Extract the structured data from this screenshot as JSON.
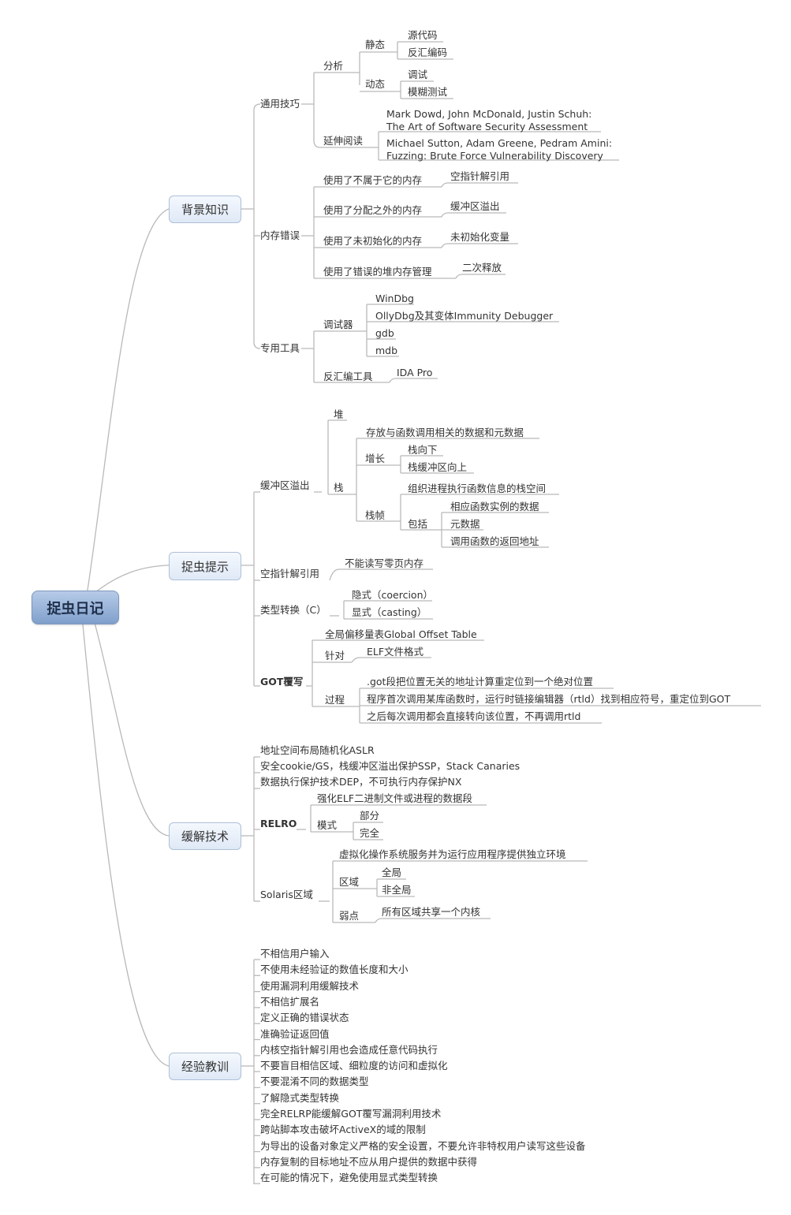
{
  "root": "捉虫日记",
  "branches": {
    "background": "背景知识",
    "tips": "捉虫提示",
    "mitigation": "缓解技术",
    "lessons": "经验教训"
  },
  "background": {
    "general": "通用技巧",
    "analysis": "分析",
    "static": "静态",
    "source": "源代码",
    "disasm": "反汇编码",
    "dynamic": "动态",
    "debug": "调试",
    "fuzz": "模糊测试",
    "reading": "延伸阅读",
    "book1_line1": "Mark Dowd, John McDonald, Justin Schuh:",
    "book1_line2": "The Art of Software Security Assessment",
    "book2_line1": "Michael Sutton, Adam Greene, Pedram Amini:",
    "book2_line2": "Fuzzing: Brute Force Vulnerability Discovery",
    "memory_errors": "内存错误",
    "mem1": "使用了不属于它的内存",
    "mem1_leaf": "空指针解引用",
    "mem2": "使用了分配之外的内存",
    "mem2_leaf": "缓冲区溢出",
    "mem3": "使用了未初始化的内存",
    "mem3_leaf": "未初始化变量",
    "mem4": "使用了错误的堆内存管理",
    "mem4_leaf": "二次释放",
    "tools": "专用工具",
    "debuggers": "调试器",
    "windbg": "WinDbg",
    "ollydbg": "OllyDbg及其变体Immunity Debugger",
    "gdb": "gdb",
    "mdb": "mdb",
    "disassemblers": "反汇编工具",
    "ida": "IDA Pro"
  },
  "tips": {
    "overflow": "缓冲区溢出",
    "heap": "堆",
    "stack": "栈",
    "stack_data": "存放与函数调用相关的数据和元数据",
    "growth": "增长",
    "grow_down": "栈向下",
    "grow_up": "栈缓冲区向上",
    "frame": "栈帧",
    "frame_desc": "组织进程执行函数信息的栈空间",
    "includes": "包括",
    "inc1": "相应函数实例的数据",
    "inc2": "元数据",
    "inc3": "调用函数的返回地址",
    "nullderef": "空指针解引用",
    "null_leaf": "不能读写零页内存",
    "typeconv": "类型转换（C）",
    "implicit": "隐式（coercion）",
    "explicit": "显式（casting）",
    "got": "GOT覆写",
    "got_table": "全局偏移量表Global Offset Table",
    "target": "针对",
    "elf": "ELF文件格式",
    "process": "过程",
    "proc1": ".got段把位置无关的地址计算重定位到一个绝对位置",
    "proc2": "程序首次调用某库函数时，运行时链接编辑器（rtld）找到相应符号，重定位到GOT",
    "proc3": "之后每次调用都会直接转向该位置，不再调用rtld"
  },
  "mitigation": {
    "aslr": "地址空间布局随机化ASLR",
    "cookie": "安全cookie/GS，栈缓冲区溢出保护SSP，Stack Canaries",
    "dep": "数据执行保护技术DEP，不可执行内存保护NX",
    "relro": "RELRO",
    "relro_desc": "强化ELF二进制文件或进程的数据段",
    "mode": "模式",
    "partial": "部分",
    "full": "完全",
    "solaris": "Solaris区域",
    "solaris_desc": "虚拟化操作系统服务并为运行应用程序提供独立环境",
    "zone": "区域",
    "global": "全局",
    "nonglobal": "非全局",
    "weakness": "弱点",
    "weak_leaf": "所有区域共享一个内核"
  },
  "lessons": [
    "不相信用户输入",
    "不使用未经验证的数值长度和大小",
    "使用漏洞利用缓解技术",
    "不相信扩展名",
    "定义正确的错误状态",
    "准确验证返回值",
    "内核空指针解引用也会造成任意代码执行",
    "不要盲目相信区域、细粒度的访问和虚拟化",
    "不要混淆不同的数据类型",
    "了解隐式类型转换",
    "完全RELRP能缓解GOT覆写漏洞利用技术",
    "跨站脚本攻击破坏ActiveX的域的限制",
    "为导出的设备对象定义严格的安全设置，不要允许非特权用户读写这些设备",
    "内存复制的目标地址不应从用户提供的数据中获得",
    "在可能的情况下，避免使用显式类型转换"
  ],
  "colors": {
    "line": "#b9b9b9",
    "node_border": "#aec0d6",
    "root_fill": "#8fabd4"
  }
}
